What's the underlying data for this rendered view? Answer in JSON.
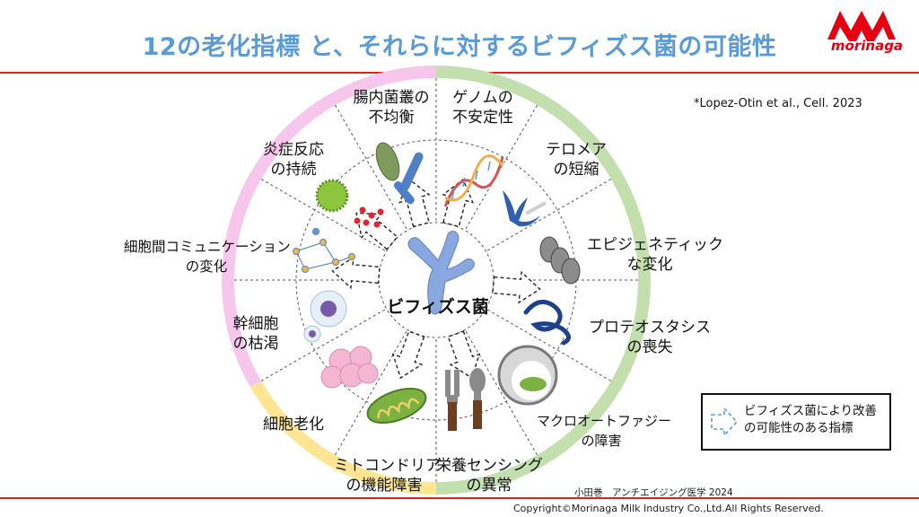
{
  "header": {
    "title": "12の老化指標 と、それらに対するビフィズス菌の可能性",
    "logo_text": "morinaga"
  },
  "citation": "*Lopez-Otin et al., Cell. 2023",
  "center_label": "ビフィズス菌",
  "hallmarks": [
    {
      "line1": "腸内菌叢の",
      "line2": "不均衡"
    },
    {
      "line1": "ゲノムの",
      "line2": "不安定性"
    },
    {
      "line1": "テロメア",
      "line2": "の短縮"
    },
    {
      "line1": "エピジェネティック",
      "line2": "な変化"
    },
    {
      "line1": "プロテオスタシス",
      "line2": "の喪失"
    },
    {
      "line1": "マクロオートファジー",
      "line2": "の障害"
    },
    {
      "line1": "栄養センシング",
      "line2": "の異常"
    },
    {
      "line1": "ミトコンドリア",
      "line2": "の機能障害"
    },
    {
      "line1": "細胞老化",
      "line2": ""
    },
    {
      "line1": "幹細胞",
      "line2": "の枯渇"
    },
    {
      "line1": "細胞間コミュニケーション",
      "line2": "の変化"
    },
    {
      "line1": "炎症反応",
      "line2": "の持続"
    }
  ],
  "legend": {
    "line1": "ビフィズス菌により改善",
    "line2": "の可能性のある指標"
  },
  "credit": "小田巻　アンチエイジング医学 2024",
  "copyright": "Copyright©Morinaga Milk Industry Co.,Ltd.All Rights Reserved.",
  "colors": {
    "title": "#5b9bd5",
    "brand_red": "#e60012",
    "ring_pink": "#f6c6ec",
    "ring_green": "#c3dfae",
    "ring_yellow": "#fde593",
    "bacteria_blue": "#8aa8e0"
  }
}
